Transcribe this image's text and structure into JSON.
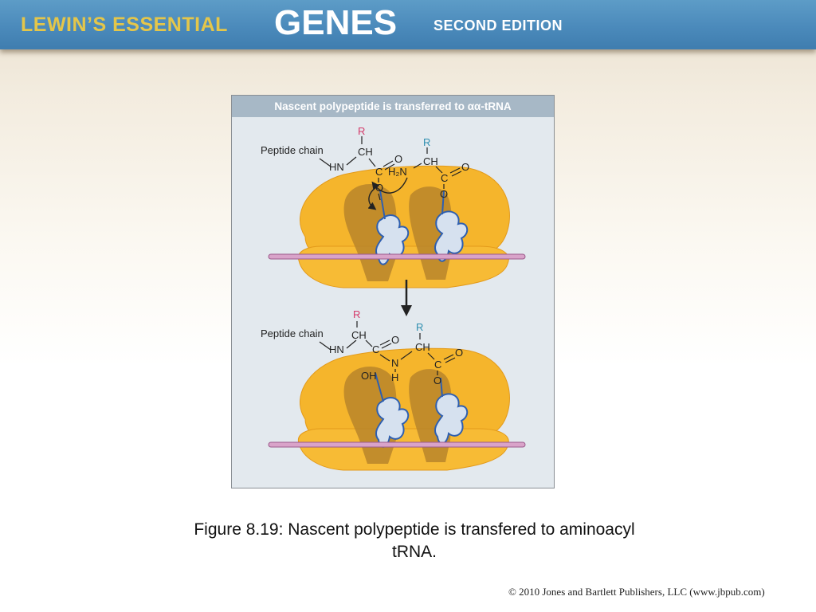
{
  "banner": {
    "part1": "LEWIN’S ESSENTIAL",
    "part2": "GENES",
    "part3": "SECOND EDITION"
  },
  "figure": {
    "header": "Nascent polypeptide is transferred to αα-tRNA",
    "top": {
      "peptide_label": "Peptide chain",
      "hn": "HN",
      "ch_left": "CH",
      "r_left": "R",
      "c_left": "C",
      "o_double": "O",
      "o_ester": "O",
      "h2n": "H₂N",
      "ch_right": "CH",
      "r_right": "R",
      "c_right": "C",
      "o_right_double": "O",
      "o_right_ester": "O"
    },
    "bottom": {
      "peptide_label": "Peptide chain",
      "hn": "HN",
      "ch_left": "CH",
      "r_left": "R",
      "c_left": "C",
      "o_double": "O",
      "n": "N",
      "h": "H",
      "ch_right": "CH",
      "r_right": "R",
      "c_right": "C",
      "o_right_double": "O",
      "o_right_ester": "O",
      "oh": "OH"
    },
    "colors": {
      "ribosome": "#f5b52c",
      "ribosome_dark": "#b8852a",
      "trna_outline": "#2e5fb0",
      "mrna": "#d9a3c9",
      "r_left": "#d43a6a",
      "r_right": "#2f8fb0"
    }
  },
  "caption": {
    "line1": "Figure 8.19: Nascent polypeptide is transfered to aminoacyl",
    "line2": "tRNA."
  },
  "copyright": "© 2010 Jones and Bartlett Publishers, LLC (www.jbpub.com)"
}
